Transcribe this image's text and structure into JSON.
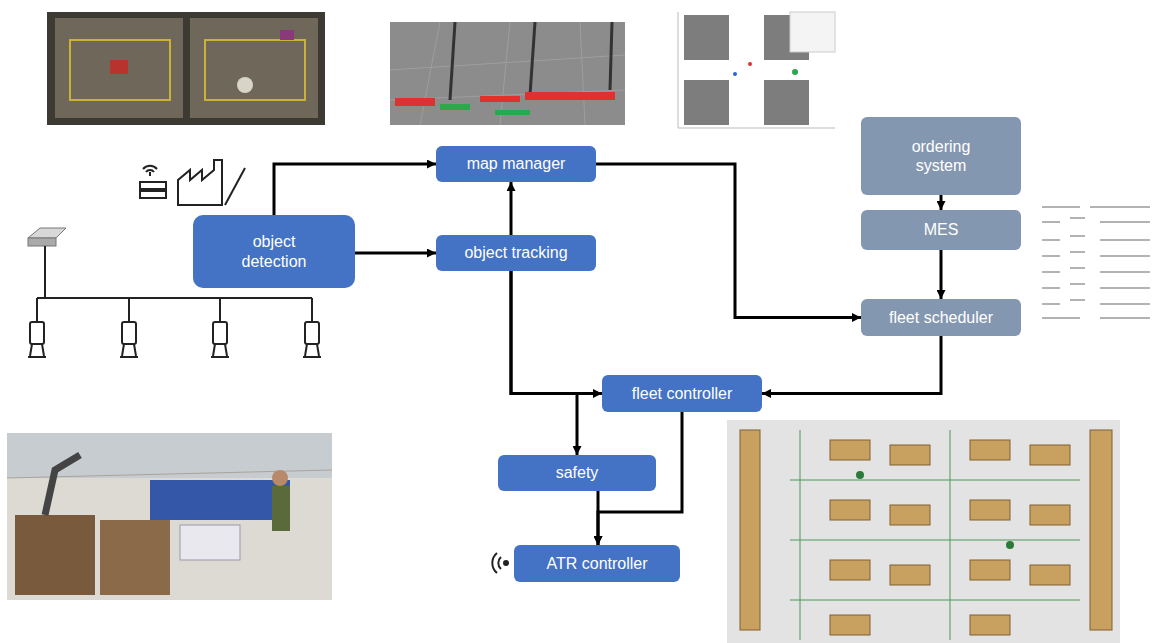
{
  "diagram": {
    "nodes": [
      {
        "text": [
          "object detection"
        ]
      },
      {
        "text": [
          "map manager"
        ]
      },
      {
        "text": [
          "object tracking"
        ]
      },
      {
        "text": [
          "ordering system"
        ]
      },
      {
        "text": [
          "MES"
        ]
      },
      {
        "text": [
          "fleet scheduler"
        ]
      },
      {
        "text": [
          "fleet controller"
        ]
      },
      {
        "text": [
          "safety"
        ]
      },
      {
        "text": [
          "ATR controller"
        ]
      }
    ],
    "edges": [
      {
        "from": 0,
        "to": 1,
        "arrow": "to"
      },
      {
        "from": 0,
        "to": 2,
        "arrow": "to"
      },
      {
        "from": 2,
        "to": 1,
        "arrow": "to"
      },
      {
        "from": 1,
        "to": 5,
        "arrow": "to"
      },
      {
        "from": 3,
        "to": 4,
        "arrow": "to"
      },
      {
        "from": 4,
        "to": 5,
        "arrow": "to"
      },
      {
        "from": 5,
        "to": 6,
        "arrow": "to"
      },
      {
        "from": 2,
        "to": 6,
        "arrow": "to"
      },
      {
        "from": 2,
        "to": 7,
        "arrow": "to"
      },
      {
        "from": 6,
        "to": 8,
        "arrow": "to"
      },
      {
        "from": 7,
        "to": 8,
        "arrow": "to"
      }
    ]
  }
}
